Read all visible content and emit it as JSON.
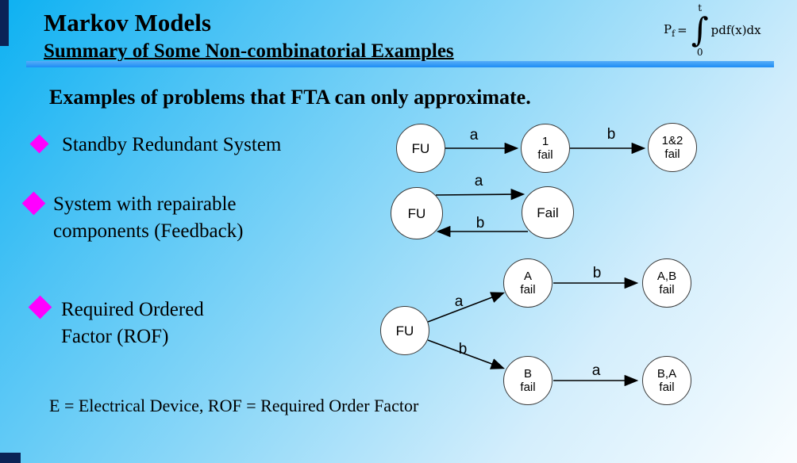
{
  "slide": {
    "title": "Markov Models",
    "subtitle": "Summary of Some Non-combinatorial Examples",
    "heading": "Examples of problems that FTA can only approximate.",
    "footnote": "E = Electrical Device,  ROF = Required Order Factor"
  },
  "formula": {
    "lhs": "P",
    "lhs_sub": "f",
    "equals": "=",
    "upper_limit": "t",
    "integral": "∫",
    "lower_limit": "0",
    "integrand": "pdf(x)dx"
  },
  "bullets": [
    {
      "line1": "Standby Redundant System",
      "line2": ""
    },
    {
      "line1": "System with repairable",
      "line2": "components (Feedback)"
    },
    {
      "line1": "Required Ordered",
      "line2": "Factor  (ROF)"
    }
  ],
  "diagram1": {
    "nodes": {
      "fu": {
        "l1": "FU"
      },
      "one": {
        "l1": "1",
        "l2": "fail"
      },
      "onetwo": {
        "l1": "1&2",
        "l2": "fail"
      }
    },
    "edges": {
      "a": "a",
      "b": "b"
    }
  },
  "diagram2": {
    "nodes": {
      "fu": {
        "l1": "FU"
      },
      "fail": {
        "l1": "Fail"
      }
    },
    "edges": {
      "a": "a",
      "b": "b"
    }
  },
  "diagram3": {
    "nodes": {
      "fu": {
        "l1": "FU"
      },
      "afail": {
        "l1": "A",
        "l2": "fail"
      },
      "abfail": {
        "l1": "A,B",
        "l2": "fail"
      },
      "bfail": {
        "l1": "B",
        "l2": "fail"
      },
      "bafail": {
        "l1": "B,A",
        "l2": "fail"
      }
    },
    "edges": {
      "fu_afail": "a",
      "afail_abfail": "b",
      "fu_bfail": "b",
      "bfail_bafail": "a"
    }
  },
  "colors": {
    "bullet": "#ff00ff",
    "rule": "#1d8df5",
    "navy": "#0a2356",
    "node_fill": "#ffffff",
    "node_stroke": "#3a3a3a"
  }
}
